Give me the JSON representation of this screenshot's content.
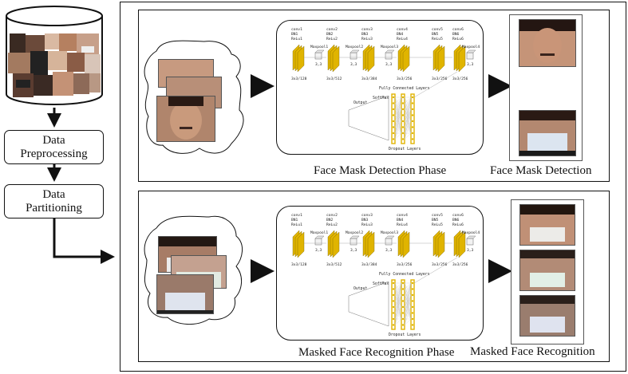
{
  "pipeline": {
    "preprocessing": [
      "Data",
      "Preprocessing"
    ],
    "partitioning": [
      "Data",
      "Partitioning"
    ]
  },
  "detection": {
    "phase_caption": "Face Mask Detection Phase",
    "output_caption": "Face Mask Detection"
  },
  "recognition": {
    "phase_caption": "Masked Face Recognition  Phase",
    "output_caption": "Masked Face Recognition"
  },
  "network_top": {
    "blocks": [
      {
        "label": [
          "conv1",
          "BN1",
          "ReLu1"
        ],
        "size": "3x3/128"
      },
      {
        "label": [
          "conv2",
          "BN2",
          "ReLu2"
        ],
        "size": "3x3/512"
      },
      {
        "label": [
          "conv3",
          "BN3",
          "ReLu3"
        ],
        "size": "3x3/384"
      },
      {
        "label": [
          "conv4",
          "BN4",
          "ReLu4"
        ],
        "size": "3x3/256"
      },
      {
        "label": [
          "conv5",
          "BN5",
          "ReLu5"
        ],
        "size": "3x3/256"
      },
      {
        "label": [
          "conv6",
          "BN6",
          "ReLu6"
        ],
        "size": "3x3/256"
      }
    ],
    "pools": [
      "Maxpool1",
      "Maxpool2",
      "Maxpool3",
      "Maxpool4"
    ],
    "pool_size": "3,3",
    "fc": "Fully Connected Layers",
    "softmax": "SoftMax",
    "output": "Output",
    "dropout": "Dropout Layers"
  },
  "network_bottom": {
    "blocks": [
      {
        "label": [
          "conv1",
          "BN1",
          "ReLu1"
        ],
        "size": "3x3/128"
      },
      {
        "label": [
          "conv2",
          "BN2",
          "ReLu2"
        ],
        "size": "3x3/512"
      },
      {
        "label": [
          "conv3",
          "BN3",
          "ReLu3"
        ],
        "size": "3x3/384"
      },
      {
        "label": [
          "conv4",
          "BN4",
          "ReLu4"
        ],
        "size": "3x3/256"
      },
      {
        "label": [
          "conv5",
          "BN5",
          "ReLu5"
        ],
        "size": "3x3/256"
      },
      {
        "label": [
          "conv6",
          "BN6",
          "ReLu6"
        ],
        "size": "3x3/256"
      }
    ],
    "pools": [
      "Maxpool1",
      "Maxpool2",
      "Maxpool3",
      "Maxpool4"
    ],
    "pool_size": "3,3",
    "fc": "Fully Connected Layers",
    "softmax": "SoftMax",
    "output": "Output",
    "dropout": "Dropout Layers"
  },
  "colors": {
    "conv": "#e0b400",
    "line": "#111111"
  }
}
